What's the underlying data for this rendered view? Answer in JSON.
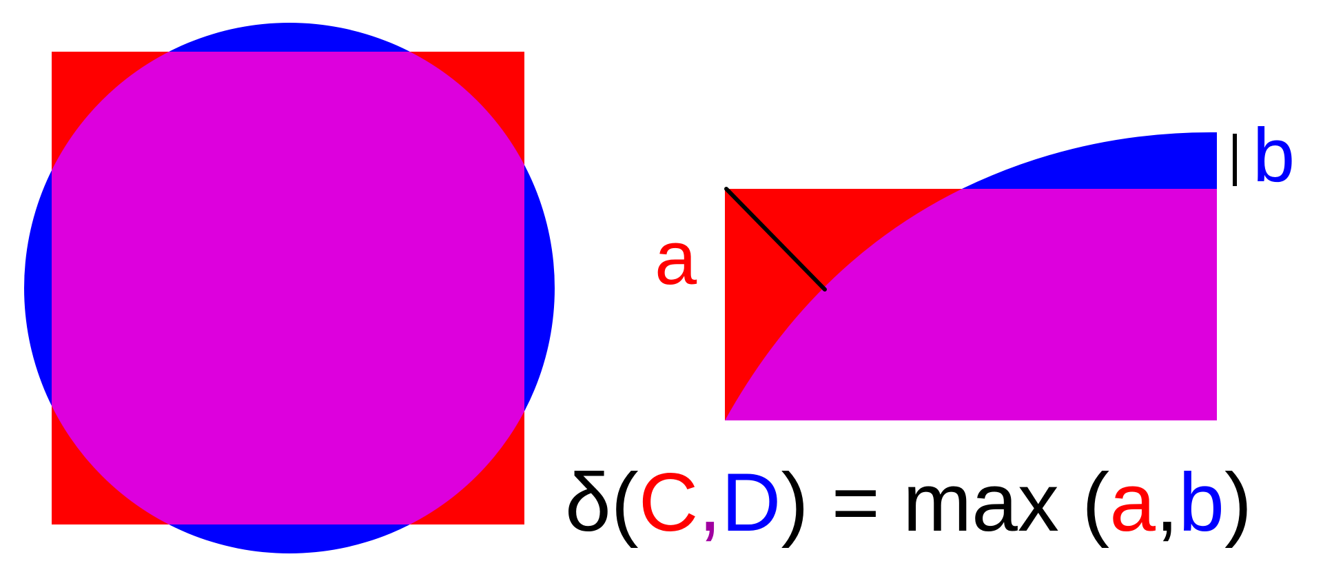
{
  "colors": {
    "red": "#FF0000",
    "blue": "#0000FF",
    "magenta": "#DD00DD",
    "black": "#000000",
    "background": "#FFFFFF"
  },
  "labels": {
    "a": "a",
    "b": "b"
  },
  "formula": {
    "delta": "δ",
    "open_paren": "(",
    "c": "C",
    "comma": ",",
    "d": "D",
    "close_paren": ")",
    "equals": " = ",
    "max": "max",
    "space": " ",
    "open_paren_2": "(",
    "a": "a",
    "comma_2": ",",
    "b": "b",
    "close_paren_2": ")"
  }
}
